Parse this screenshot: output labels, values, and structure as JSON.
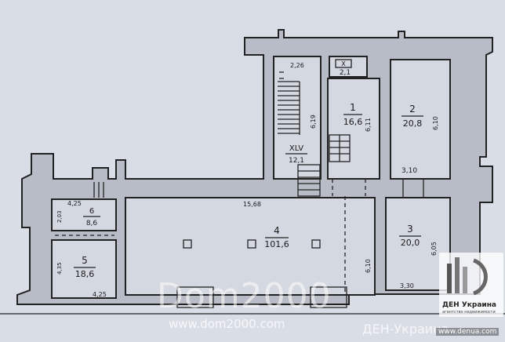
{
  "plan": {
    "rooms": [
      {
        "number": "1",
        "area": "16,6"
      },
      {
        "number": "2",
        "area": "20,8"
      },
      {
        "number": "3",
        "area": "20,0"
      },
      {
        "number": "4",
        "area": "101,6"
      },
      {
        "number": "5",
        "area": "18,6"
      },
      {
        "number": "6",
        "area": "8,6"
      },
      {
        "number": "XLV",
        "area": "12,1"
      }
    ],
    "wc_label": "X",
    "wc_area": "2,1",
    "dimensions": {
      "stair_top": "2,26",
      "stair_side": "6,19",
      "room1_side": "6,11",
      "room2_side": "6,10",
      "room2_bottom": "3,10",
      "hall_top": "15,68",
      "hall_side": "6,10",
      "room3_side": "6,05",
      "room3_bottom": "3,30",
      "room6_top": "4,25",
      "room6_side": "2,03",
      "room5_side": "4,35",
      "room5_bottom": "4,25"
    }
  },
  "watermarks": {
    "brand": "Dom2000",
    "url": "www.dom2000.com",
    "agency": "ДЕН-Украина",
    "badge_name": "ДЕН Украина",
    "badge_sub": "агентство недвижимости",
    "badge_site": "www.denua.com"
  }
}
